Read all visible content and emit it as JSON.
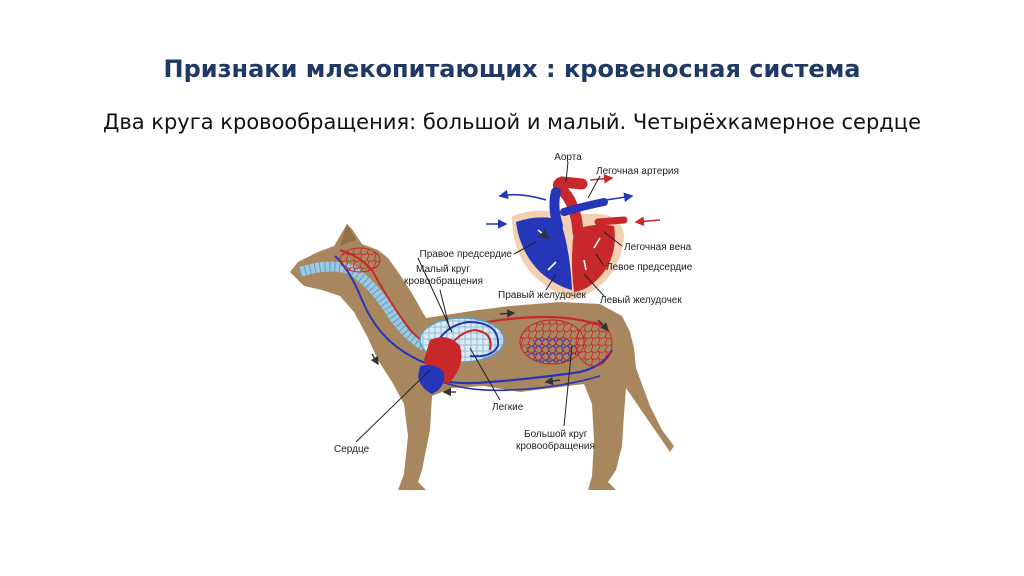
{
  "slide": {
    "title": "Признаки млекопитающих : кровеносная система",
    "subtitle": "Два круга кровообращения: большой и малый. Четырёхкамерное сердце"
  },
  "labels": {
    "aorta": "Аорта",
    "pulmonary_artery": "Легочная артерия",
    "right_atrium": "Правое предсердие",
    "pulmonary_vein": "Легочная вена",
    "left_atrium": "Левое предсердие",
    "right_ventricle": "Правый желудочек",
    "left_ventricle": "Левый желудочек",
    "small_circle_l1": "Малый круг",
    "small_circle_l2": "кровообращения",
    "lungs": "Легкие",
    "heart": "Сердце",
    "big_circle_l1": "Большой круг",
    "big_circle_l2": "кровообращения"
  },
  "colors": {
    "title": "#1f3864",
    "dog_body": "#a8875f",
    "artery_red": "#c8282a",
    "vein_blue": "#2536b8",
    "lung_light_blue": "#9cc8e0",
    "heart_outline": "#f2d0b4"
  }
}
